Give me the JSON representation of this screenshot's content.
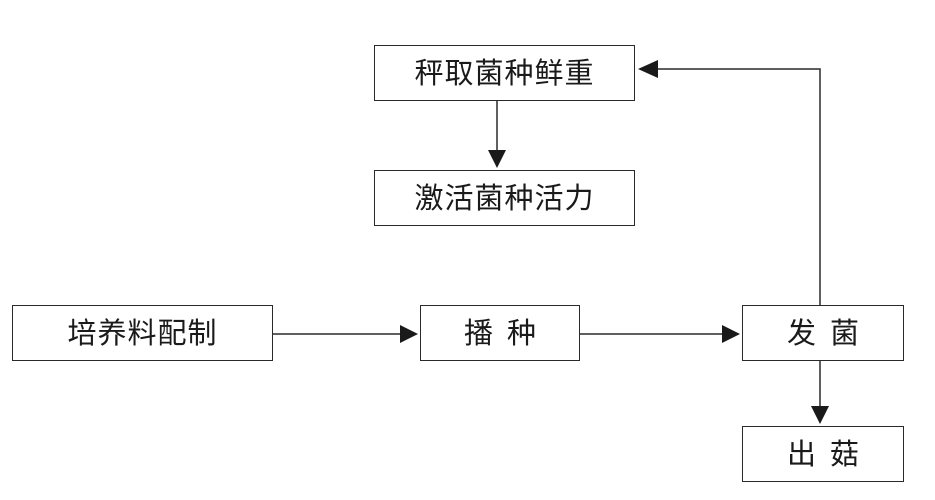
{
  "nodes": {
    "weigh": "秤取菌种鲜重",
    "activate": "激活菌种活力",
    "prepare": "培养料配制",
    "sow": "播种",
    "grow": "发菌",
    "fruit": "出菇"
  },
  "colors": {
    "line": "#2a2a2a",
    "text": "#1a1a1a",
    "background": "#ffffff"
  }
}
